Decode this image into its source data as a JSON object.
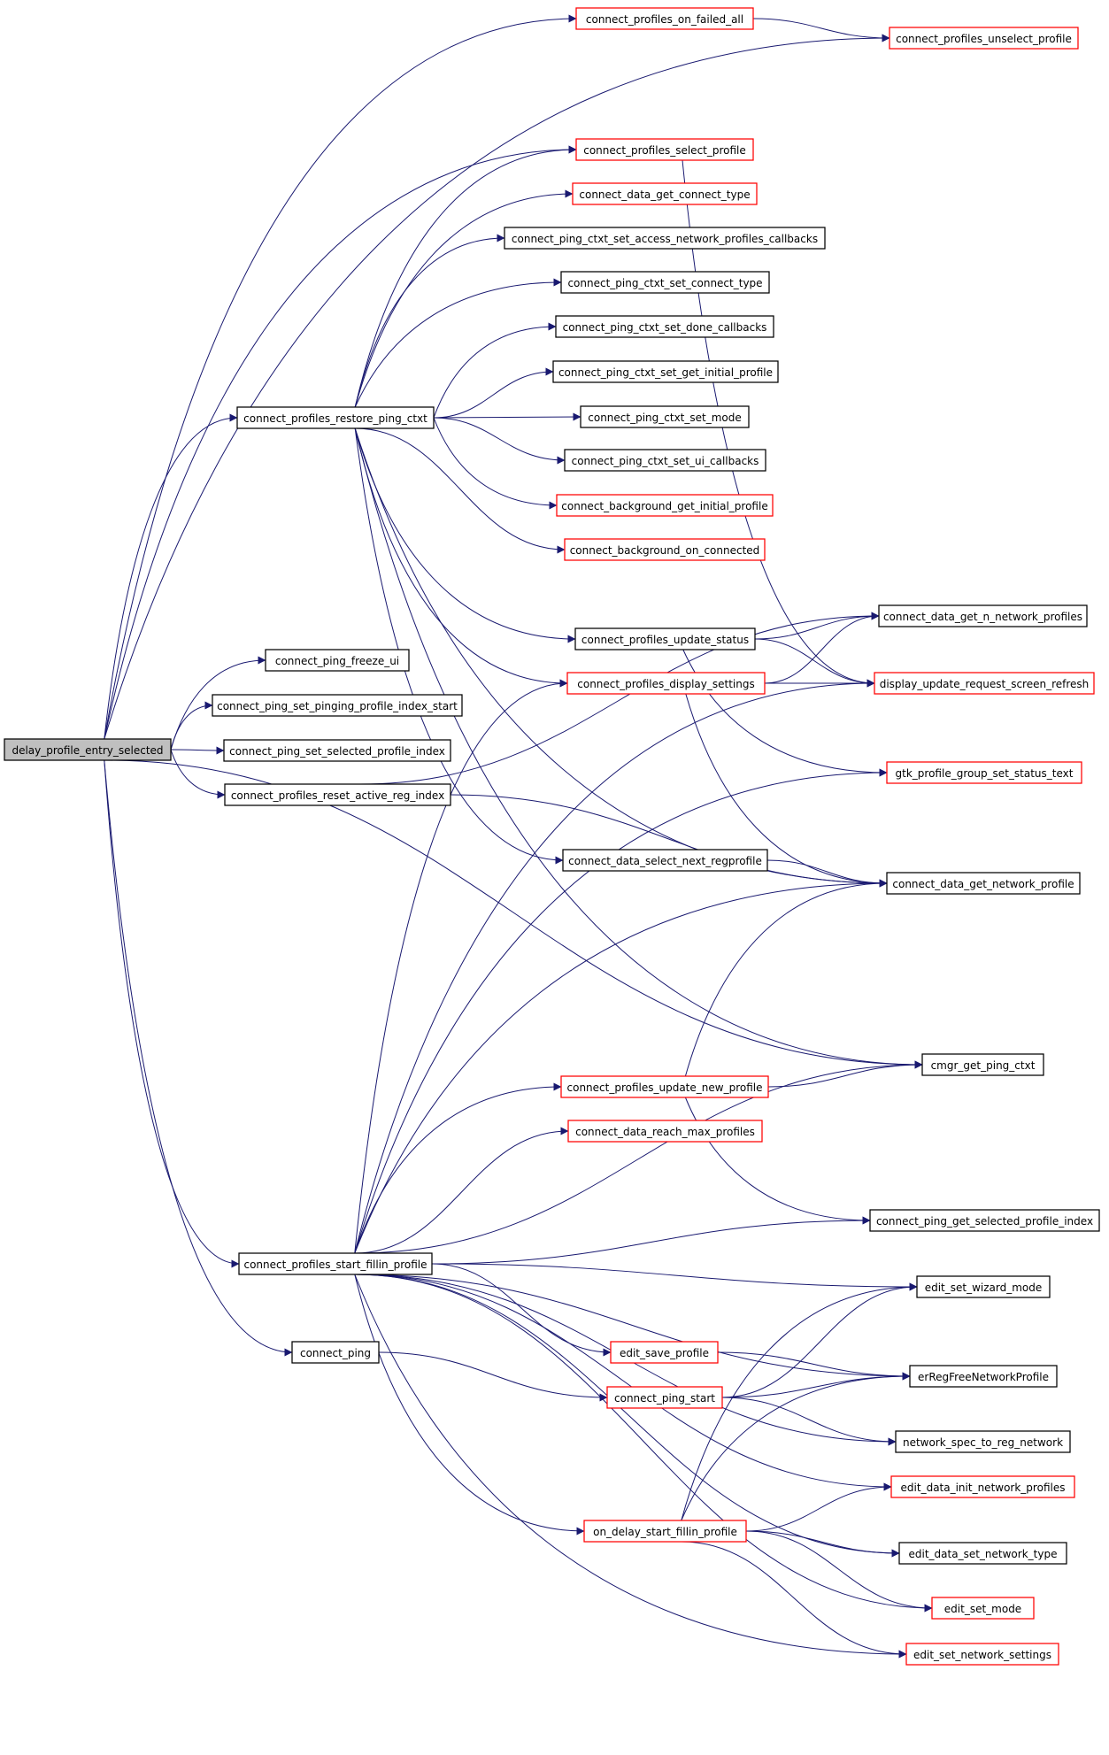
{
  "nodes": [
    {
      "id": "delay_profile_entry_selected",
      "label": "delay_profile_entry_selected",
      "style": "root"
    },
    {
      "id": "connect_profiles_on_failed_all",
      "label": "connect_profiles_on_failed_all",
      "style": "red"
    },
    {
      "id": "connect_profiles_unselect_profile",
      "label": "connect_profiles_unselect_profile",
      "style": "red"
    },
    {
      "id": "connect_profiles_select_profile",
      "label": "connect_profiles_select_profile",
      "style": "red"
    },
    {
      "id": "connect_data_get_connect_type",
      "label": "connect_data_get_connect_type",
      "style": "red"
    },
    {
      "id": "connect_ping_ctxt_set_access_network_profiles_callbacks",
      "label": "connect_ping_ctxt_set_access_network_profiles_callbacks",
      "style": "black"
    },
    {
      "id": "connect_ping_ctxt_set_connect_type",
      "label": "connect_ping_ctxt_set_connect_type",
      "style": "black"
    },
    {
      "id": "connect_ping_ctxt_set_done_callbacks",
      "label": "connect_ping_ctxt_set_done_callbacks",
      "style": "black"
    },
    {
      "id": "connect_ping_ctxt_set_get_initial_profile",
      "label": "connect_ping_ctxt_set_get_initial_profile",
      "style": "black"
    },
    {
      "id": "connect_profiles_restore_ping_ctxt",
      "label": "connect_profiles_restore_ping_ctxt",
      "style": "black"
    },
    {
      "id": "connect_ping_ctxt_set_mode",
      "label": "connect_ping_ctxt_set_mode",
      "style": "black"
    },
    {
      "id": "connect_ping_ctxt_set_ui_callbacks",
      "label": "connect_ping_ctxt_set_ui_callbacks",
      "style": "black"
    },
    {
      "id": "connect_background_get_initial_profile",
      "label": "connect_background_get_initial_profile",
      "style": "red"
    },
    {
      "id": "connect_background_on_connected",
      "label": "connect_background_on_connected",
      "style": "red"
    },
    {
      "id": "connect_data_get_n_network_profiles",
      "label": "connect_data_get_n_network_profiles",
      "style": "black"
    },
    {
      "id": "connect_profiles_update_status",
      "label": "connect_profiles_update_status",
      "style": "black"
    },
    {
      "id": "connect_ping_freeze_ui",
      "label": "connect_ping_freeze_ui",
      "style": "black"
    },
    {
      "id": "connect_profiles_display_settings",
      "label": "connect_profiles_display_settings",
      "style": "red"
    },
    {
      "id": "display_update_request_screen_refresh",
      "label": "display_update_request_screen_refresh",
      "style": "red"
    },
    {
      "id": "connect_ping_set_pinging_profile_index_start",
      "label": "connect_ping_set_pinging_profile_index_start",
      "style": "black"
    },
    {
      "id": "connect_ping_set_selected_profile_index",
      "label": "connect_ping_set_selected_profile_index",
      "style": "black"
    },
    {
      "id": "gtk_profile_group_set_status_text",
      "label": "gtk_profile_group_set_status_text",
      "style": "red"
    },
    {
      "id": "connect_profiles_reset_active_reg_index",
      "label": "connect_profiles_reset_active_reg_index",
      "style": "black"
    },
    {
      "id": "connect_data_select_next_regprofile",
      "label": "connect_data_select_next_regprofile",
      "style": "black"
    },
    {
      "id": "connect_data_get_network_profile",
      "label": "connect_data_get_network_profile",
      "style": "black"
    },
    {
      "id": "cmgr_get_ping_ctxt",
      "label": "cmgr_get_ping_ctxt",
      "style": "black"
    },
    {
      "id": "connect_profiles_update_new_profile",
      "label": "connect_profiles_update_new_profile",
      "style": "red"
    },
    {
      "id": "connect_data_reach_max_profiles",
      "label": "connect_data_reach_max_profiles",
      "style": "red"
    },
    {
      "id": "connect_ping_get_selected_profile_index",
      "label": "connect_ping_get_selected_profile_index",
      "style": "black"
    },
    {
      "id": "connect_profiles_start_fillin_profile",
      "label": "connect_profiles_start_fillin_profile",
      "style": "black"
    },
    {
      "id": "edit_set_wizard_mode",
      "label": "edit_set_wizard_mode",
      "style": "black"
    },
    {
      "id": "connect_ping",
      "label": "connect_ping",
      "style": "black"
    },
    {
      "id": "edit_save_profile",
      "label": "edit_save_profile",
      "style": "red"
    },
    {
      "id": "erRegFreeNetworkProfile",
      "label": "erRegFreeNetworkProfile",
      "style": "black"
    },
    {
      "id": "connect_ping_start",
      "label": "connect_ping_start",
      "style": "red"
    },
    {
      "id": "network_spec_to_reg_network",
      "label": "network_spec_to_reg_network",
      "style": "black"
    },
    {
      "id": "edit_data_init_network_profiles",
      "label": "edit_data_init_network_profiles",
      "style": "red"
    },
    {
      "id": "on_delay_start_fillin_profile",
      "label": "on_delay_start_fillin_profile",
      "style": "red"
    },
    {
      "id": "edit_data_set_network_type",
      "label": "edit_data_set_network_type",
      "style": "black"
    },
    {
      "id": "edit_set_mode",
      "label": "edit_set_mode",
      "style": "red"
    },
    {
      "id": "edit_set_network_settings",
      "label": "edit_set_network_settings",
      "style": "red"
    }
  ],
  "edges": [
    [
      "delay_profile_entry_selected",
      "connect_profiles_on_failed_all"
    ],
    [
      "delay_profile_entry_selected",
      "connect_profiles_unselect_profile"
    ],
    [
      "delay_profile_entry_selected",
      "connect_profiles_select_profile"
    ],
    [
      "delay_profile_entry_selected",
      "connect_profiles_restore_ping_ctxt"
    ],
    [
      "delay_profile_entry_selected",
      "connect_ping_freeze_ui"
    ],
    [
      "delay_profile_entry_selected",
      "connect_ping_set_pinging_profile_index_start"
    ],
    [
      "delay_profile_entry_selected",
      "connect_ping_set_selected_profile_index"
    ],
    [
      "delay_profile_entry_selected",
      "connect_profiles_reset_active_reg_index"
    ],
    [
      "delay_profile_entry_selected",
      "cmgr_get_ping_ctxt"
    ],
    [
      "delay_profile_entry_selected",
      "connect_profiles_start_fillin_profile"
    ],
    [
      "delay_profile_entry_selected",
      "connect_ping"
    ],
    [
      "connect_profiles_on_failed_all",
      "connect_profiles_unselect_profile"
    ],
    [
      "connect_profiles_select_profile",
      "display_update_request_screen_refresh"
    ],
    [
      "connect_profiles_restore_ping_ctxt",
      "connect_profiles_select_profile"
    ],
    [
      "connect_profiles_restore_ping_ctxt",
      "connect_data_get_connect_type"
    ],
    [
      "connect_profiles_restore_ping_ctxt",
      "connect_ping_ctxt_set_access_network_profiles_callbacks"
    ],
    [
      "connect_profiles_restore_ping_ctxt",
      "connect_ping_ctxt_set_connect_type"
    ],
    [
      "connect_profiles_restore_ping_ctxt",
      "connect_ping_ctxt_set_done_callbacks"
    ],
    [
      "connect_profiles_restore_ping_ctxt",
      "connect_ping_ctxt_set_get_initial_profile"
    ],
    [
      "connect_profiles_restore_ping_ctxt",
      "connect_ping_ctxt_set_mode"
    ],
    [
      "connect_profiles_restore_ping_ctxt",
      "connect_ping_ctxt_set_ui_callbacks"
    ],
    [
      "connect_profiles_restore_ping_ctxt",
      "connect_background_get_initial_profile"
    ],
    [
      "connect_profiles_restore_ping_ctxt",
      "connect_background_on_connected"
    ],
    [
      "connect_profiles_restore_ping_ctxt",
      "connect_profiles_update_status"
    ],
    [
      "connect_profiles_restore_ping_ctxt",
      "connect_profiles_display_settings"
    ],
    [
      "connect_profiles_restore_ping_ctxt",
      "connect_data_select_next_regprofile"
    ],
    [
      "connect_profiles_restore_ping_ctxt",
      "connect_data_get_network_profile"
    ],
    [
      "connect_profiles_restore_ping_ctxt",
      "cmgr_get_ping_ctxt"
    ],
    [
      "connect_profiles_update_status",
      "connect_data_get_n_network_profiles"
    ],
    [
      "connect_profiles_update_status",
      "display_update_request_screen_refresh"
    ],
    [
      "connect_profiles_update_status",
      "gtk_profile_group_set_status_text"
    ],
    [
      "connect_profiles_display_settings",
      "connect_data_get_n_network_profiles"
    ],
    [
      "connect_profiles_display_settings",
      "display_update_request_screen_refresh"
    ],
    [
      "connect_profiles_display_settings",
      "connect_data_get_network_profile"
    ],
    [
      "connect_profiles_reset_active_reg_index",
      "connect_data_get_n_network_profiles"
    ],
    [
      "connect_profiles_reset_active_reg_index",
      "connect_data_get_network_profile"
    ],
    [
      "connect_data_select_next_regprofile",
      "connect_data_get_network_profile"
    ],
    [
      "connect_profiles_update_new_profile",
      "connect_data_get_network_profile"
    ],
    [
      "connect_profiles_update_new_profile",
      "cmgr_get_ping_ctxt"
    ],
    [
      "connect_profiles_update_new_profile",
      "connect_ping_get_selected_profile_index"
    ],
    [
      "connect_profiles_start_fillin_profile",
      "connect_profiles_display_settings"
    ],
    [
      "connect_profiles_start_fillin_profile",
      "display_update_request_screen_refresh"
    ],
    [
      "connect_profiles_start_fillin_profile",
      "gtk_profile_group_set_status_text"
    ],
    [
      "connect_profiles_start_fillin_profile",
      "connect_data_get_network_profile"
    ],
    [
      "connect_profiles_start_fillin_profile",
      "cmgr_get_ping_ctxt"
    ],
    [
      "connect_profiles_start_fillin_profile",
      "connect_profiles_update_new_profile"
    ],
    [
      "connect_profiles_start_fillin_profile",
      "connect_data_reach_max_profiles"
    ],
    [
      "connect_profiles_start_fillin_profile",
      "connect_ping_get_selected_profile_index"
    ],
    [
      "connect_profiles_start_fillin_profile",
      "edit_set_wizard_mode"
    ],
    [
      "connect_profiles_start_fillin_profile",
      "edit_save_profile"
    ],
    [
      "connect_profiles_start_fillin_profile",
      "erRegFreeNetworkProfile"
    ],
    [
      "connect_profiles_start_fillin_profile",
      "network_spec_to_reg_network"
    ],
    [
      "connect_profiles_start_fillin_profile",
      "edit_data_init_network_profiles"
    ],
    [
      "connect_profiles_start_fillin_profile",
      "on_delay_start_fillin_profile"
    ],
    [
      "connect_profiles_start_fillin_profile",
      "edit_data_set_network_type"
    ],
    [
      "connect_profiles_start_fillin_profile",
      "edit_set_mode"
    ],
    [
      "connect_profiles_start_fillin_profile",
      "edit_set_network_settings"
    ],
    [
      "connect_ping",
      "connect_ping_start"
    ],
    [
      "edit_save_profile",
      "erRegFreeNetworkProfile"
    ],
    [
      "connect_ping_start",
      "erRegFreeNetworkProfile"
    ],
    [
      "connect_ping_start",
      "edit_set_wizard_mode"
    ],
    [
      "connect_ping_start",
      "network_spec_to_reg_network"
    ],
    [
      "on_delay_start_fillin_profile",
      "edit_set_wizard_mode"
    ],
    [
      "on_delay_start_fillin_profile",
      "erRegFreeNetworkProfile"
    ],
    [
      "on_delay_start_fillin_profile",
      "edit_data_init_network_profiles"
    ],
    [
      "on_delay_start_fillin_profile",
      "edit_data_set_network_type"
    ],
    [
      "on_delay_start_fillin_profile",
      "edit_set_mode"
    ],
    [
      "on_delay_start_fillin_profile",
      "edit_set_network_settings"
    ]
  ]
}
